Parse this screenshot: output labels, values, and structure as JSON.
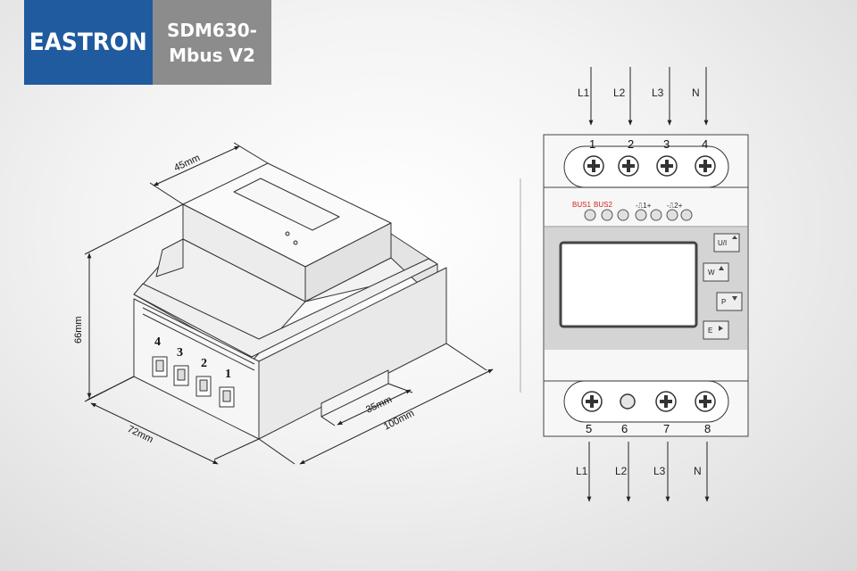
{
  "header": {
    "brand": "EASTRON",
    "model_line1": "SDM630-",
    "model_line2": "Mbus V2"
  },
  "iso_view": {
    "dims": {
      "width": "45mm",
      "height": "66mm",
      "depth": "72mm",
      "length": "100mm",
      "rail": "35mm"
    },
    "terminal_numbers": [
      "4",
      "3",
      "2",
      "1"
    ]
  },
  "front_view": {
    "inputs": [
      "L1",
      "L2",
      "L3",
      "N"
    ],
    "top_terminals": [
      "1",
      "2",
      "3",
      "4"
    ],
    "bus_labels": [
      "BUS1",
      "BUS2"
    ],
    "pulse_labels": [
      "-⎍1+",
      "-⎍2+"
    ],
    "buttons": [
      {
        "name": "ui-button",
        "label": "U/I"
      },
      {
        "name": "w-button",
        "label": "W"
      },
      {
        "name": "p-button",
        "label": "P"
      },
      {
        "name": "e-button",
        "label": "E"
      }
    ],
    "bottom_terminals": [
      "5",
      "6",
      "7",
      "8"
    ],
    "outputs": [
      "L1",
      "L2",
      "L3",
      "N"
    ]
  }
}
